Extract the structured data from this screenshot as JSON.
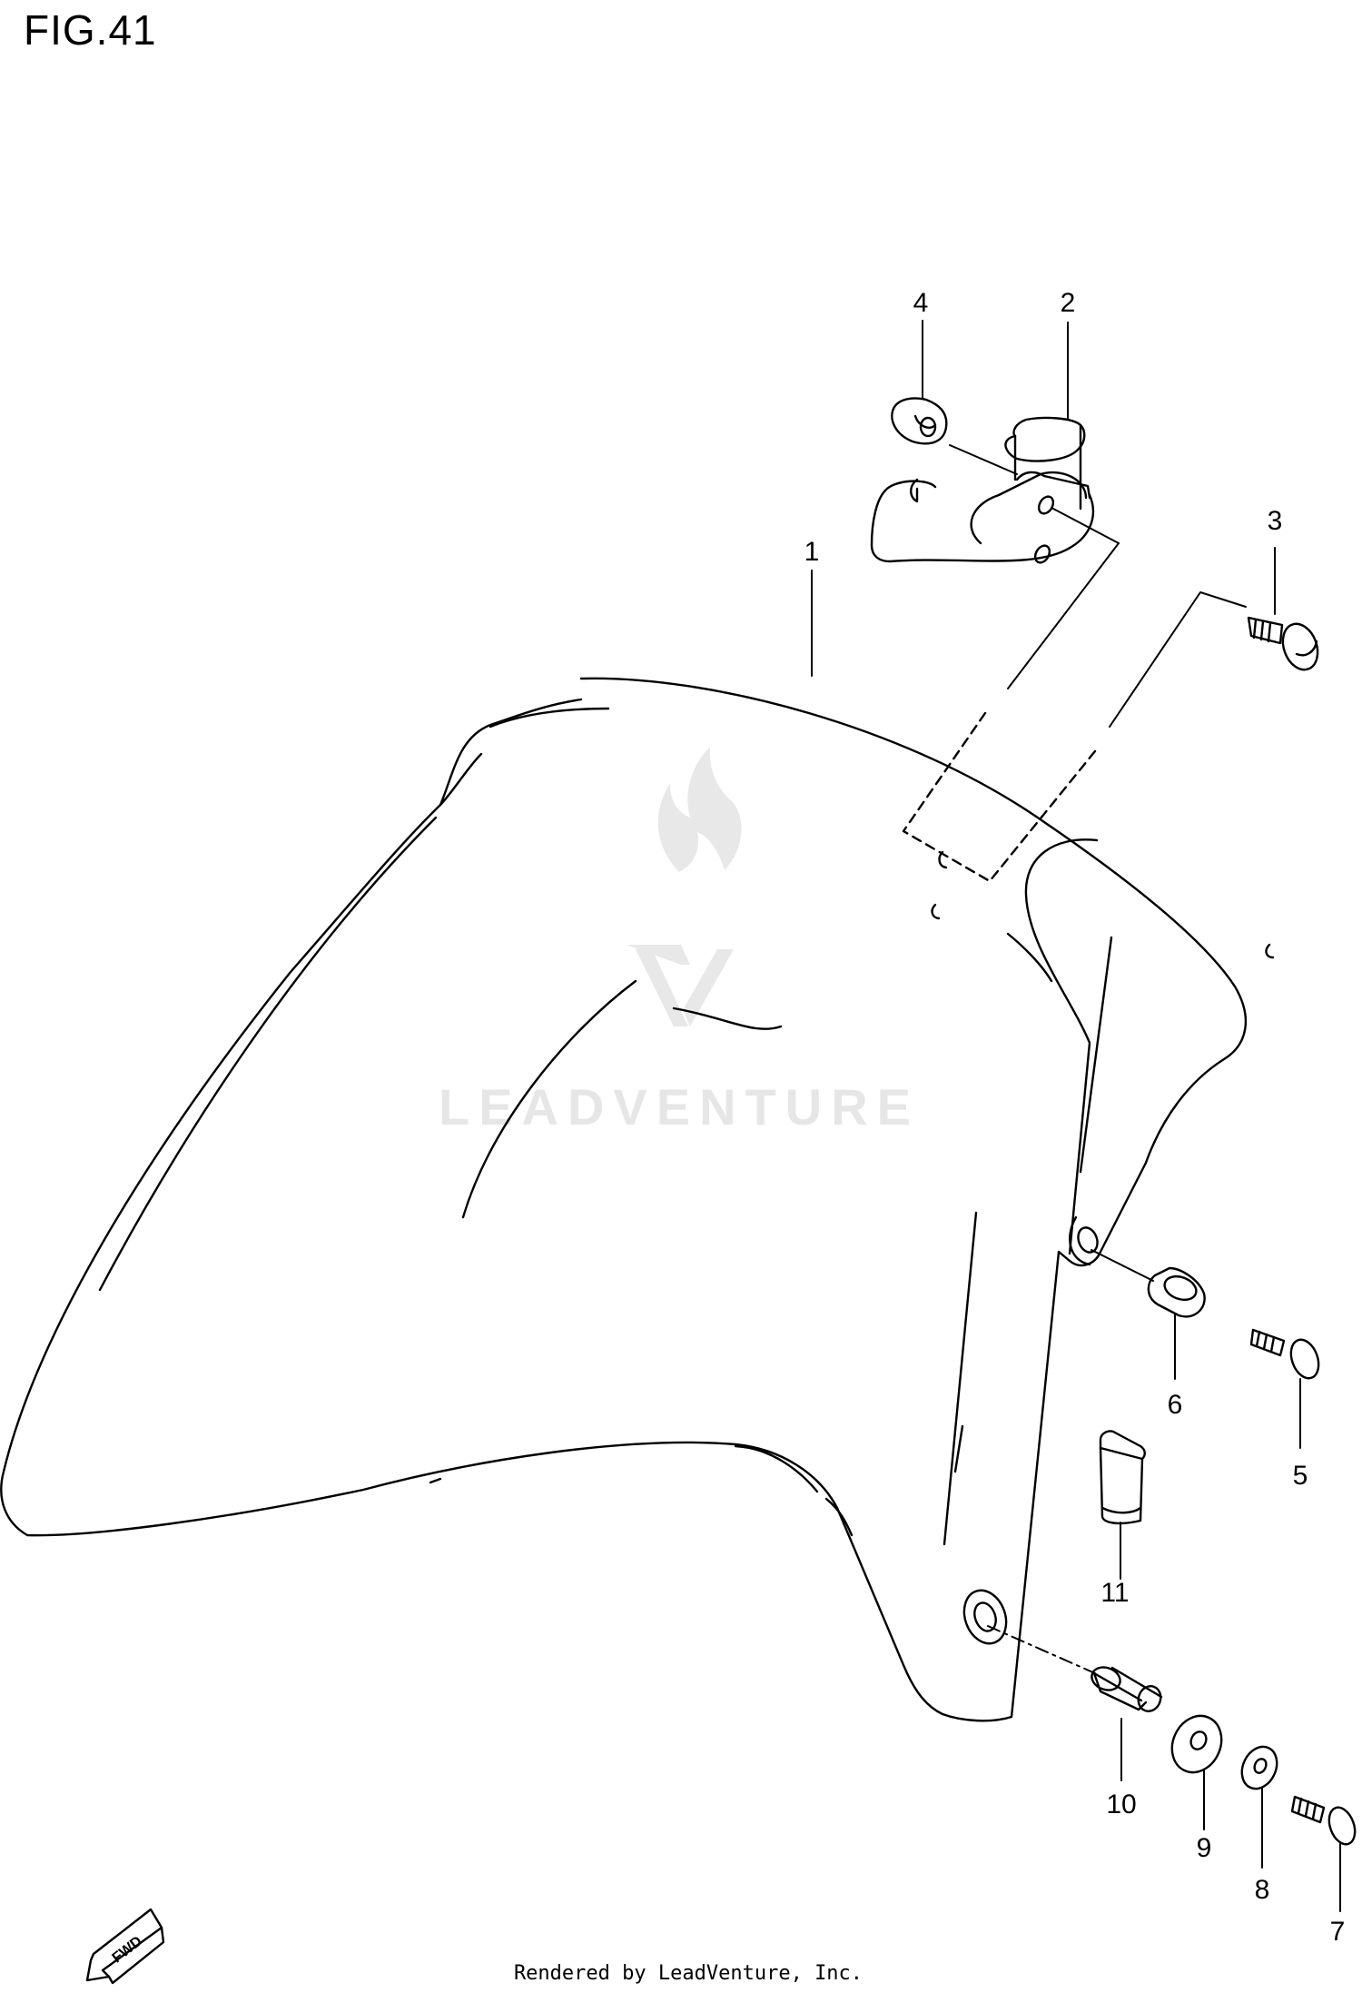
{
  "figure": {
    "title": "FIG.41"
  },
  "callouts": [
    {
      "id": "1",
      "label": "1"
    },
    {
      "id": "2",
      "label": "2"
    },
    {
      "id": "3",
      "label": "3"
    },
    {
      "id": "4",
      "label": "4"
    },
    {
      "id": "5",
      "label": "5"
    },
    {
      "id": "6",
      "label": "6"
    },
    {
      "id": "7",
      "label": "7"
    },
    {
      "id": "8",
      "label": "8"
    },
    {
      "id": "9",
      "label": "9"
    },
    {
      "id": "10",
      "label": "10"
    },
    {
      "id": "11",
      "label": "11"
    }
  ],
  "watermark": {
    "text": "LEADVENTURE"
  },
  "fwd_badge": {
    "text": "FWD"
  },
  "footer": {
    "credit": "Rendered by LeadVenture, Inc."
  },
  "colors": {
    "line": "#000000",
    "watermark": "#e6e6e6",
    "background": "#ffffff"
  }
}
